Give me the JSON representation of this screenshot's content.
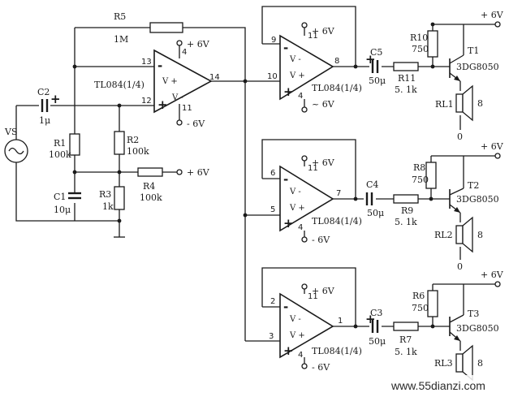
{
  "supply": {
    "pos": "+ 6V",
    "neg": "- 6V",
    "neg_alt": "~ 6V",
    "ground": "0"
  },
  "source": {
    "name": "VS"
  },
  "opamp": {
    "part": "TL084(1/4)",
    "vminus": "V -",
    "vplus": "V +",
    "minus_sign": "-",
    "plus_sign": "+",
    "input_stage": {
      "inv_pin": "13",
      "noninv_pin": "12",
      "out_pin": "14",
      "vcc_pin": "4",
      "vee_pin": "11"
    },
    "ch1": {
      "inv_pin": "9",
      "noninv_pin": "10",
      "out_pin": "8",
      "vcc_pin": "11",
      "vee_pin": "4"
    },
    "ch2": {
      "inv_pin": "6",
      "noninv_pin": "5",
      "out_pin": "7",
      "vcc_pin": "11",
      "vee_pin": "4"
    },
    "ch3": {
      "inv_pin": "2",
      "noninv_pin": "3",
      "out_pin": "1",
      "vcc_pin": "11",
      "vee_pin": "4"
    }
  },
  "parts": {
    "R5": {
      "name": "R5",
      "value": "1M"
    },
    "C2": {
      "name": "C2",
      "value": "1μ"
    },
    "R1": {
      "name": "R1",
      "value": "100k"
    },
    "R2": {
      "name": "R2",
      "value": "100k"
    },
    "C1": {
      "name": "C1",
      "value": "10μ"
    },
    "R3": {
      "name": "R3",
      "value": "1k"
    },
    "R4": {
      "name": "R4",
      "value": "100k"
    },
    "C5": {
      "name": "C5",
      "value": "50μ"
    },
    "R11": {
      "name": "R11",
      "value": "5. 1k"
    },
    "R10": {
      "name": "R10",
      "value": "750"
    },
    "T1": {
      "name": "T1",
      "value": "3DG8050"
    },
    "RL1": {
      "name": "RL1",
      "value": "8"
    },
    "C4": {
      "name": "C4",
      "value": "50μ"
    },
    "R9": {
      "name": "R9",
      "value": "5. 1k"
    },
    "R8": {
      "name": "R8",
      "value": "750"
    },
    "T2": {
      "name": "T2",
      "value": "3DG8050"
    },
    "RL2": {
      "name": "RL2",
      "value": "8"
    },
    "C3": {
      "name": "C3",
      "value": "50μ"
    },
    "R7": {
      "name": "R7",
      "value": "5. 1k"
    },
    "R6": {
      "name": "R6",
      "value": "750"
    },
    "T3": {
      "name": "T3",
      "value": "3DG8050"
    },
    "RL3": {
      "name": "RL3",
      "value": "8"
    }
  },
  "watermark": "www.55dianzi.com"
}
